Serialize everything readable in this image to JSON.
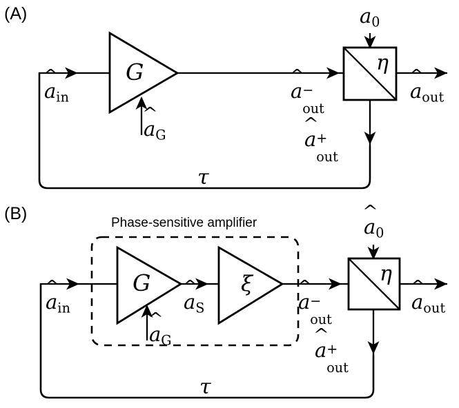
{
  "figure": {
    "type": "block-diagram",
    "description": "Two-panel schematic of a feedback loop amplifier: (A) phase-insensitive amplifier G, (B) phase-sensitive amplifier composed of G and xi, each followed by a beam splitter with transmittance eta."
  },
  "panels": [
    {
      "id": "A",
      "label": "(A)",
      "amplifier_label": "G",
      "beamsplitter_label": "η",
      "delay_label": "τ",
      "signals": {
        "input": {
          "base": "a",
          "sub": "in",
          "sup": ""
        },
        "gain_noise": {
          "base": "a",
          "sub": "G",
          "sup": ""
        },
        "vacuum": {
          "base": "a",
          "sub": "0",
          "sup": ""
        },
        "pre_out": {
          "base": "a",
          "sub": "out",
          "sup": "−"
        },
        "fed_back": {
          "base": "a",
          "sub": "out",
          "sup": "+"
        },
        "output": {
          "base": "a",
          "sub": "out",
          "sup": ""
        }
      }
    },
    {
      "id": "B",
      "label": "(B)",
      "box_title": "Phase-sensitive amplifier",
      "amplifier_label": "G",
      "squeezer_label": "ξ",
      "beamsplitter_label": "η",
      "delay_label": "τ",
      "signals": {
        "input": {
          "base": "a",
          "sub": "in",
          "sup": ""
        },
        "gain_noise": {
          "base": "a",
          "sub": "G",
          "sup": ""
        },
        "intermediate": {
          "base": "a",
          "sub": "S",
          "sup": ""
        },
        "vacuum": {
          "base": "a",
          "sub": "0",
          "sup": ""
        },
        "pre_out": {
          "base": "a",
          "sub": "out",
          "sup": "−"
        },
        "fed_back": {
          "base": "a",
          "sub": "out",
          "sup": "+"
        },
        "output": {
          "base": "a",
          "sub": "out",
          "sup": ""
        }
      }
    }
  ],
  "colors": {
    "stroke": "#000000",
    "background": "#ffffff",
    "fill": "#ffffff"
  }
}
